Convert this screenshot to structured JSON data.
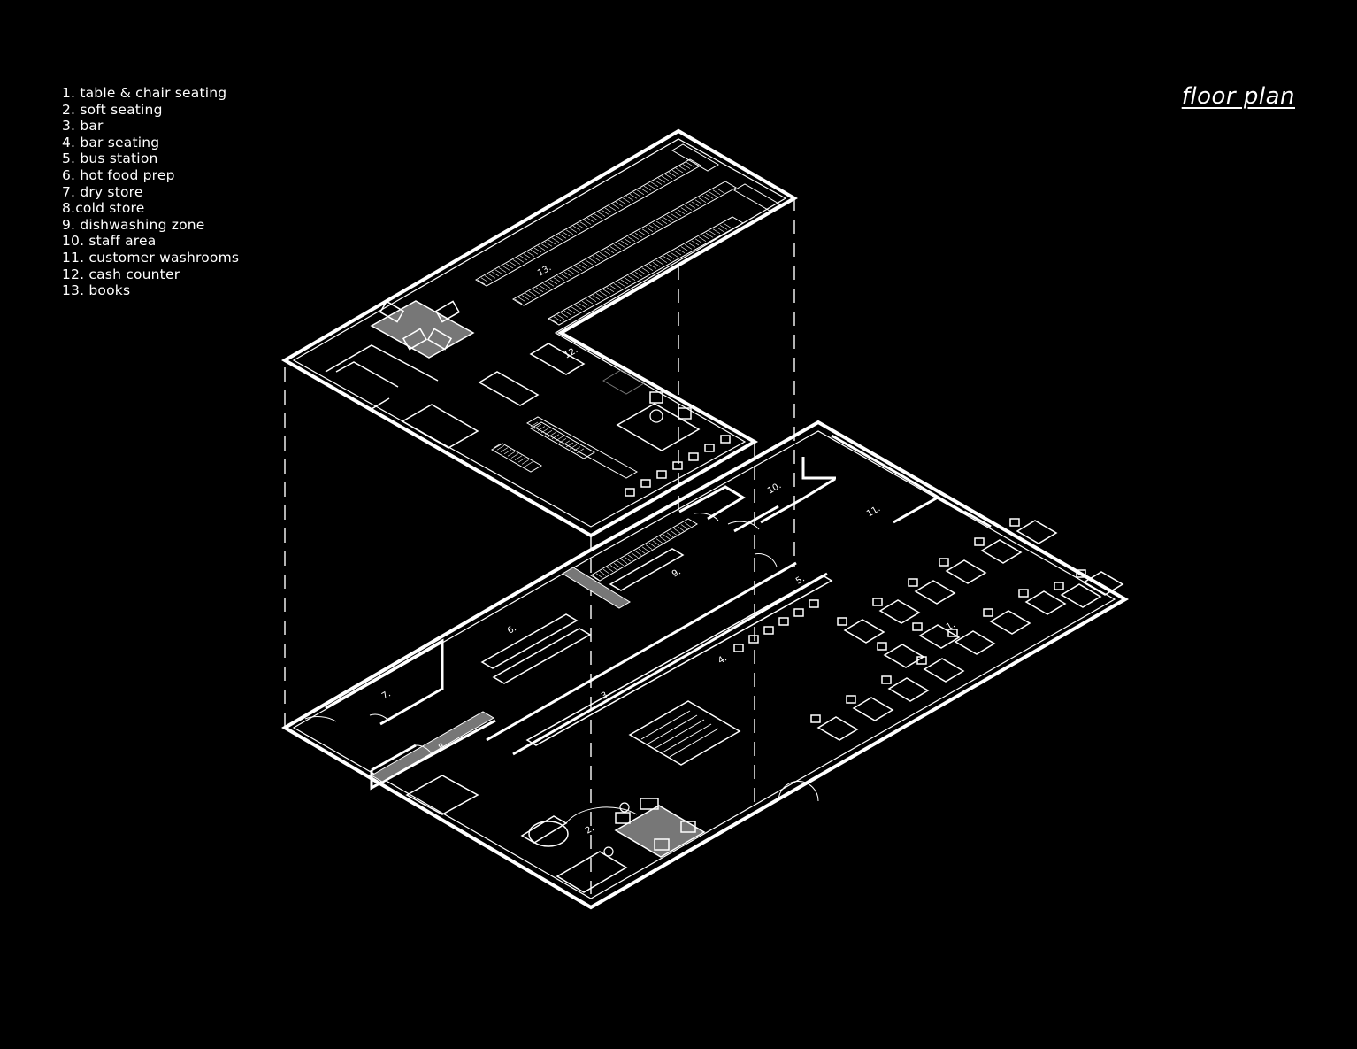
{
  "title": "floor plan",
  "legend": [
    "1. table & chair seating",
    "2. soft seating",
    "3. bar",
    "4. bar seating",
    "5. bus station",
    "6. hot food prep",
    "7. dry store",
    "8.cold store",
    "9. dishwashing zone",
    "10. staff area",
    "11. customer washrooms",
    "12. cash counter",
    "13. books"
  ],
  "plan_labels": {
    "upper": [
      "12.",
      "13."
    ],
    "lower": [
      "1.",
      "2.",
      "3.",
      "4.",
      "5.",
      "6.",
      "7.",
      "8.",
      "9.",
      "10.",
      "11."
    ]
  },
  "colors": {
    "background": "#000000",
    "lines": "#ffffff",
    "fill_gray": "#777777"
  }
}
